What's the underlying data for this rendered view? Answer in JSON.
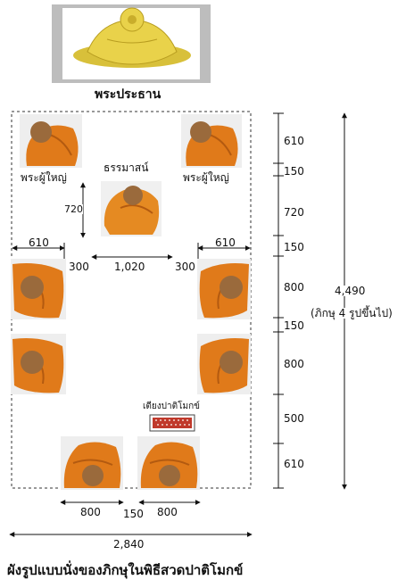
{
  "labels": {
    "principal_buddha": "พระประธาน",
    "senior_monk": "พระผู้ใหญ่",
    "dhamma_seat": "ธรรมาสน์",
    "patimokkha_bed": "เตียงปาติโมกข์",
    "caption": "ผังรูปแบบนั่งของภิกษุในพิธีสวดปาติโมกข์",
    "total_note": "(ภิกษุ 4  รูปขึ้นไป)"
  },
  "dimensions": {
    "seat_gap": "720",
    "side_width": "610",
    "aisle_gap": "300",
    "center_width": "1,020",
    "r_top": "610",
    "r_gap": "150",
    "r_seat": "720",
    "r_row": "800",
    "r_bed": "500",
    "r_bottom": "610",
    "total_height": "4,490",
    "bottom_left": "800",
    "bottom_gap": "150",
    "bottom_right": "800",
    "total_width": "2,840"
  },
  "colors": {
    "robe": "#e07a1a",
    "robe_dark": "#b35a10",
    "gold": "#e9d24a",
    "skin": "#b07a48"
  }
}
